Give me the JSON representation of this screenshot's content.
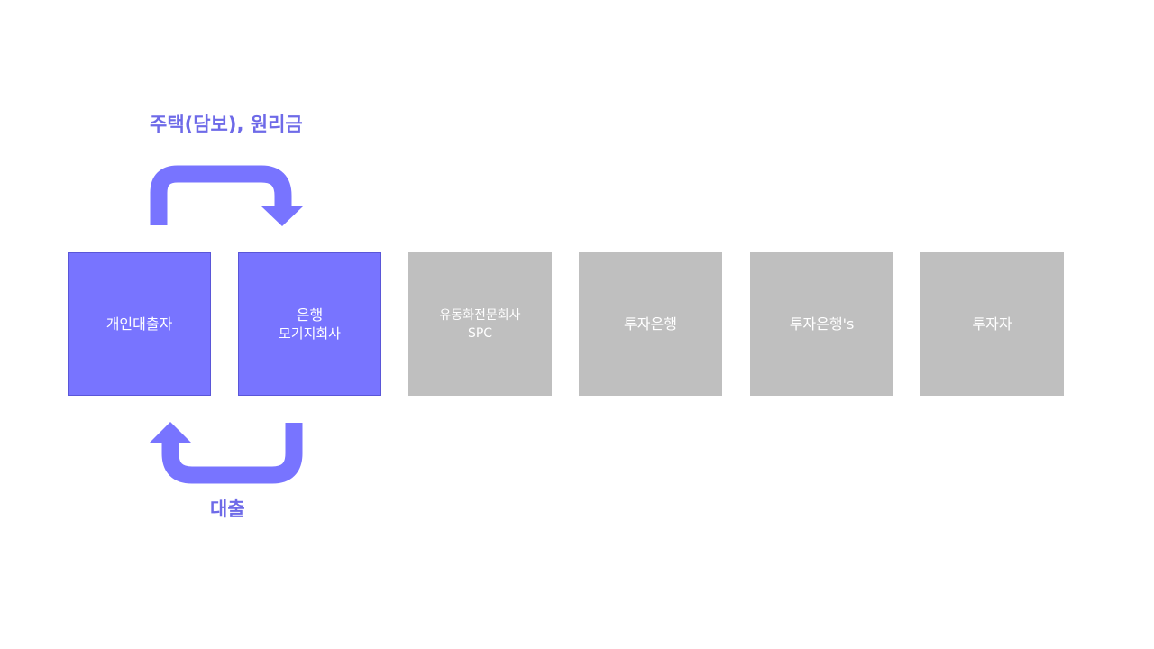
{
  "colors": {
    "active": "#7874ff",
    "inactive": "#bfbfbf",
    "label": "#6e6ae8",
    "box_text": "#ffffff"
  },
  "flows": {
    "top_label": "주택(담보), 원리금",
    "bottom_label": "대출"
  },
  "entities": [
    {
      "line1": "개인대출자",
      "line2": "",
      "state": "active"
    },
    {
      "line1": "은행",
      "line2": "모기지회사",
      "state": "active"
    },
    {
      "line1": "유동화전문회사",
      "line2": "SPC",
      "state": "inactive"
    },
    {
      "line1": "투자은행",
      "line2": "",
      "state": "inactive"
    },
    {
      "line1": "투자은행's",
      "line2": "",
      "state": "inactive"
    },
    {
      "line1": "투자자",
      "line2": "",
      "state": "inactive"
    }
  ]
}
